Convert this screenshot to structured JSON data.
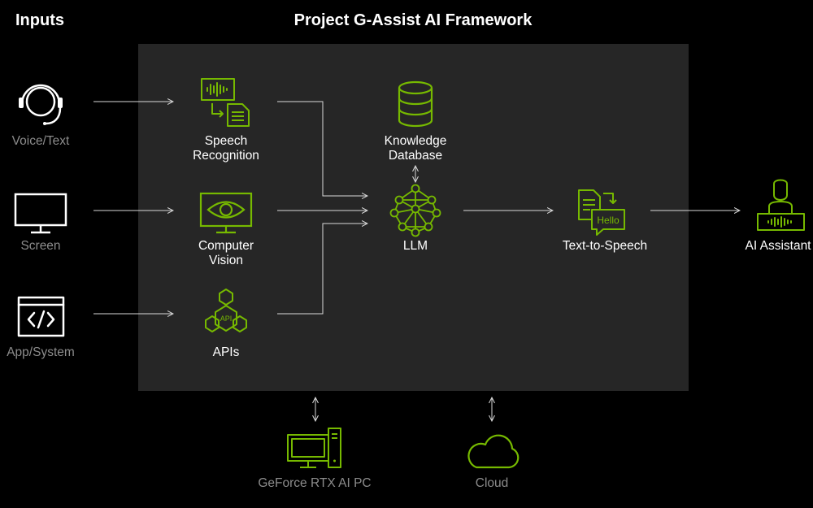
{
  "headings": {
    "inputs": "Inputs",
    "framework": "Project G-Assist AI Framework"
  },
  "inputs": [
    {
      "label": "Voice/Text",
      "icon": "headset-icon"
    },
    {
      "label": "Screen",
      "icon": "monitor-icon"
    },
    {
      "label": "App/System",
      "icon": "code-window-icon"
    }
  ],
  "framework": {
    "speech_recognition": {
      "line1": "Speech",
      "line2": "Recognition",
      "icon": "speech-recognition-icon"
    },
    "computer_vision": {
      "line1": "Computer",
      "line2": "Vision",
      "icon": "computer-vision-icon"
    },
    "apis": {
      "label": "APIs",
      "icon_text": "API",
      "icon": "api-hexagon-icon"
    },
    "knowledge_database": {
      "line1": "Knowledge",
      "line2": "Database",
      "icon": "database-icon"
    },
    "llm": {
      "label": "LLM",
      "icon": "neural-network-icon"
    },
    "tts": {
      "label": "Text-to-Speech",
      "icon_text": "Hello",
      "icon": "text-to-speech-icon"
    }
  },
  "output": {
    "label": "AI Assistant",
    "icon": "ai-assistant-icon"
  },
  "compute": [
    {
      "label": "GeForce RTX AI PC",
      "icon": "rtx-pc-icon"
    },
    {
      "label": "Cloud",
      "icon": "cloud-icon"
    }
  ],
  "colors": {
    "accent": "#76b900",
    "background": "#000000",
    "panel": "#262626",
    "muted_text": "#8c8c8c",
    "line": "#d9d9d9"
  }
}
